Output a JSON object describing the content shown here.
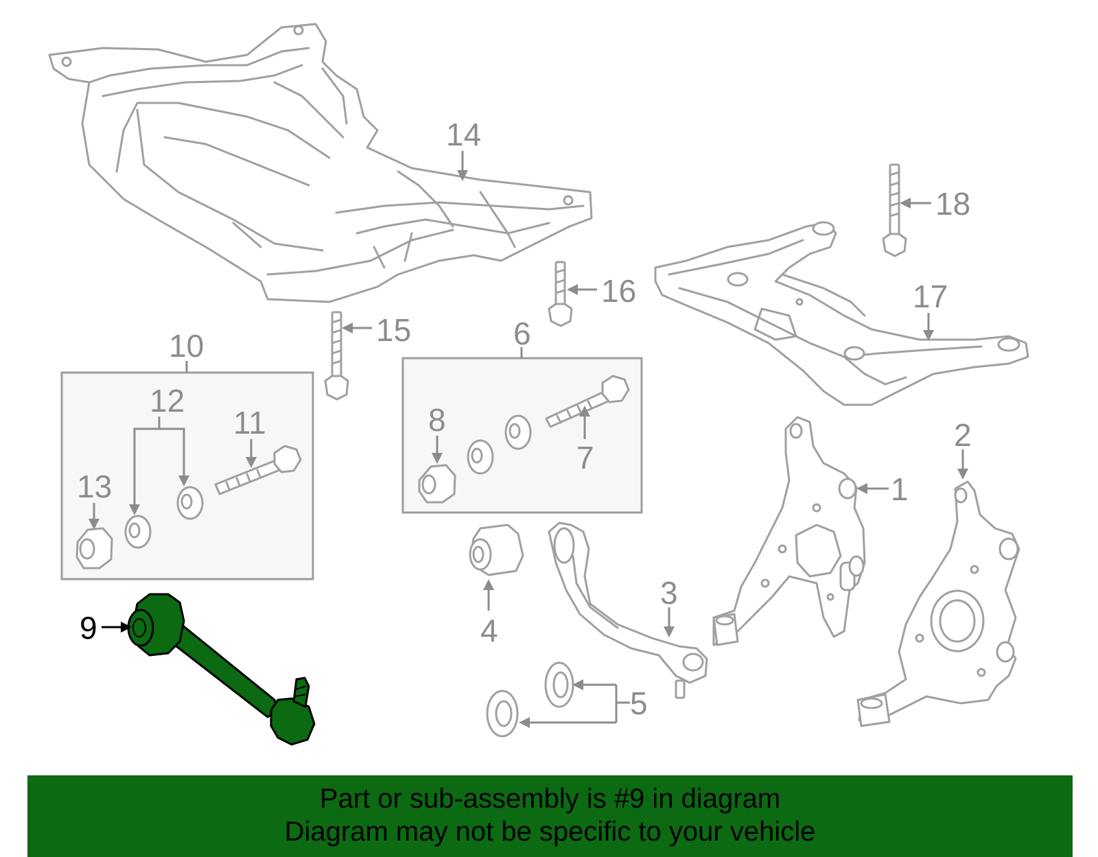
{
  "callouts": {
    "c1": "1",
    "c2": "2",
    "c3": "3",
    "c4": "4",
    "c5": "5",
    "c6": "6",
    "c7": "7",
    "c8": "8",
    "c9": "9",
    "c10": "10",
    "c11": "11",
    "c12": "12",
    "c13": "13",
    "c14": "14",
    "c15": "15",
    "c16": "16",
    "c17": "17",
    "c18": "18"
  },
  "highlight": {
    "part": "9",
    "color": "#0b6a12"
  },
  "banner": {
    "line1": "Part or sub-assembly is #9 in diagram",
    "line2": "Diagram may not be specific to your vehicle"
  }
}
